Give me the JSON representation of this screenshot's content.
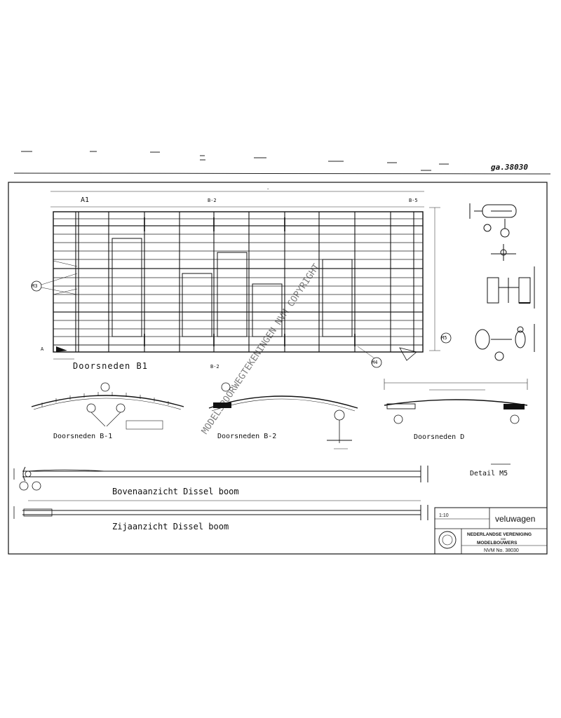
{
  "drawing_number": "ga.38030",
  "main_view": {
    "section_a_label": "A1",
    "section_b_label": "B-2",
    "view_title": "Doorsneden B1",
    "center_label": "B-2",
    "right_top_label": "B-5",
    "bottom_left_label": "A",
    "bubble_left": "M3",
    "bubble_right": "M4",
    "bubble_mid": "M5"
  },
  "sections": [
    {
      "id": "s1",
      "caption": "Doorsneden B-1"
    },
    {
      "id": "s2",
      "caption": "Doorsneden B-2"
    },
    {
      "id": "s3",
      "caption": "Doorsneden D"
    }
  ],
  "detail_label": "Detail M5",
  "boom_views": [
    {
      "id": "top",
      "caption": "Bovenaanzicht Dissel boom"
    },
    {
      "id": "side",
      "caption": "Zijaanzicht Dissel boom"
    }
  ],
  "title_block": {
    "part_name": "veluwagen",
    "org_line1": "NEDERLANDSE VERENIGING",
    "org_line2": "van",
    "org_line3": "MODELBOUWERS",
    "drawing_no": "NVM No. 38030",
    "scale": "1:10"
  },
  "watermark": "MODELSPOORWEGTEKENINGEN NVM COPYRIGHT"
}
